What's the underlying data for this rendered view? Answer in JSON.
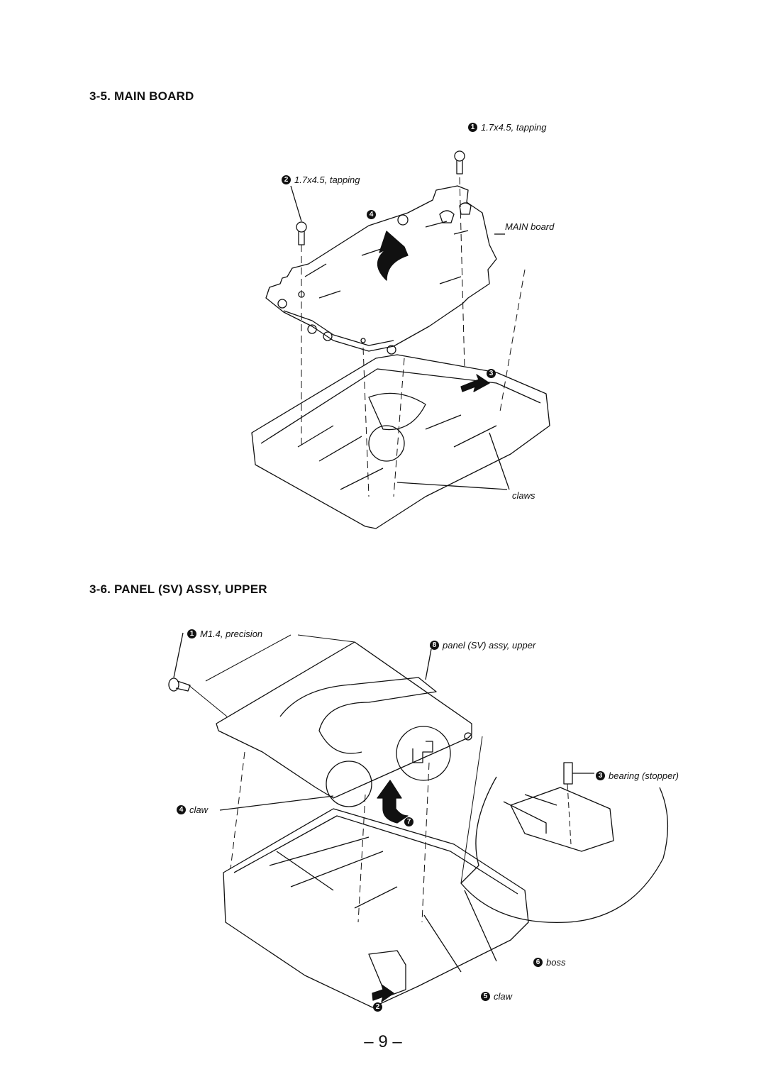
{
  "sections": [
    {
      "heading": "3-5. MAIN BOARD",
      "callouts": [
        {
          "num": "1",
          "text": "1.7x4.5, tapping"
        },
        {
          "num": "2",
          "text": "1.7x4.5, tapping"
        },
        {
          "num": "4",
          "text": ""
        },
        {
          "num": "",
          "text": "MAIN board"
        },
        {
          "num": "3",
          "text": ""
        },
        {
          "num": "",
          "text": "claws"
        }
      ]
    },
    {
      "heading": "3-6. PANEL (SV) ASSY, UPPER",
      "callouts": [
        {
          "num": "1",
          "text": "M1.4, precision"
        },
        {
          "num": "8",
          "text": "panel (SV) assy, upper"
        },
        {
          "num": "3",
          "text": "bearing (stopper)"
        },
        {
          "num": "4",
          "text": "claw"
        },
        {
          "num": "7",
          "text": ""
        },
        {
          "num": "6",
          "text": "boss"
        },
        {
          "num": "5",
          "text": "claw"
        },
        {
          "num": "2",
          "text": ""
        }
      ]
    }
  ],
  "page_number": "– 9 –"
}
